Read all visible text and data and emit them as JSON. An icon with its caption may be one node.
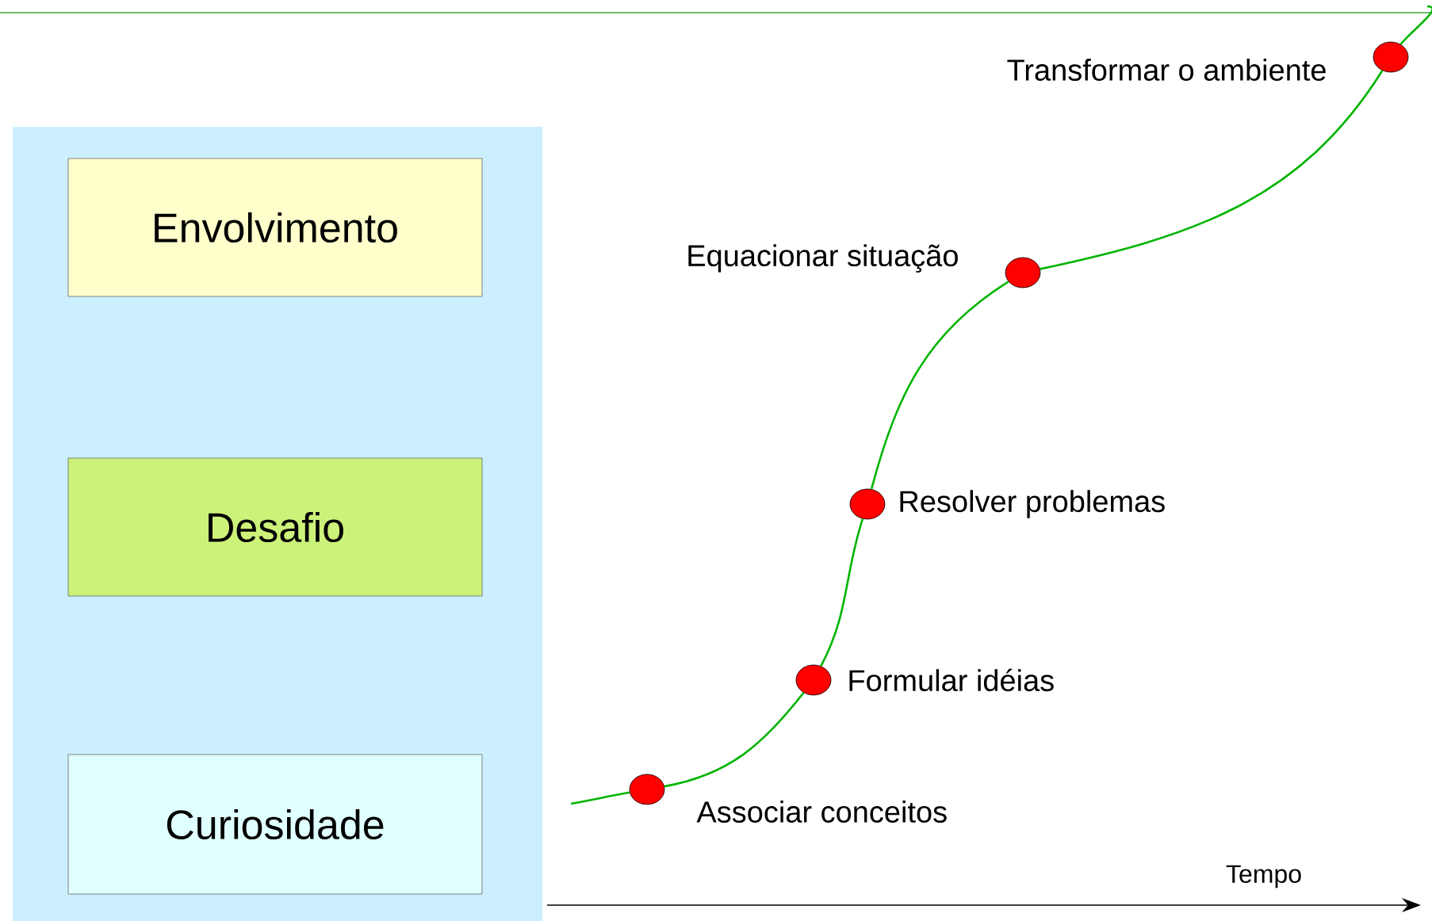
{
  "diagram": {
    "nodes": [
      {
        "text": [],
        "shape": "box"
      },
      {
        "text": [
          "Envolvimento"
        ],
        "in": 0
      },
      {
        "text": [
          "Desafio"
        ],
        "in": 0
      },
      {
        "text": [
          "Curiosidade"
        ],
        "in": 0
      },
      {
        "text": [],
        "shape": "circle",
        "beside": [
          "Associar conceitos"
        ]
      },
      {
        "text": [],
        "shape": "circle",
        "beside": [
          "Formular idéias"
        ]
      },
      {
        "text": [],
        "shape": "circle",
        "beside": [
          "Resolver problemas"
        ]
      },
      {
        "text": [],
        "shape": "circle",
        "beside": [
          "Equacionar situação"
        ]
      },
      {
        "text": [],
        "shape": "circle",
        "beside": [
          "Transformar o ambiente"
        ]
      }
    ],
    "edges": [
      {
        "from": null,
        "to": 4,
        "arrow": "none"
      },
      {
        "from": 4,
        "to": 5,
        "arrow": "none"
      },
      {
        "from": 5,
        "to": 6,
        "arrow": "none"
      },
      {
        "from": 6,
        "to": 7,
        "arrow": "none"
      },
      {
        "from": 7,
        "to": 8,
        "arrow": "none"
      },
      {
        "from": 8,
        "to": null,
        "arrow": "none"
      }
    ],
    "labels": [
      "Tempo"
    ]
  }
}
